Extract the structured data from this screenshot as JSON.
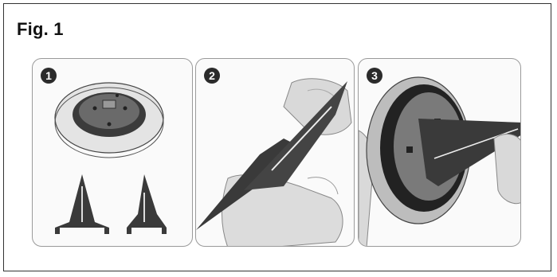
{
  "figure": {
    "title": "Fig. 1",
    "steps": [
      {
        "number": "1",
        "description_icon": "solar-light-base-and-stakes"
      },
      {
        "number": "2",
        "description_icon": "hands-assembling-stake"
      },
      {
        "number": "3",
        "description_icon": "stake-inserted-into-light"
      }
    ]
  },
  "colors": {
    "border": "#333333",
    "panel_border": "#9a9a9a",
    "badge_bg": "#2b2b2b",
    "stake": "#3a3a3a",
    "hand": "#d9d9d9"
  }
}
